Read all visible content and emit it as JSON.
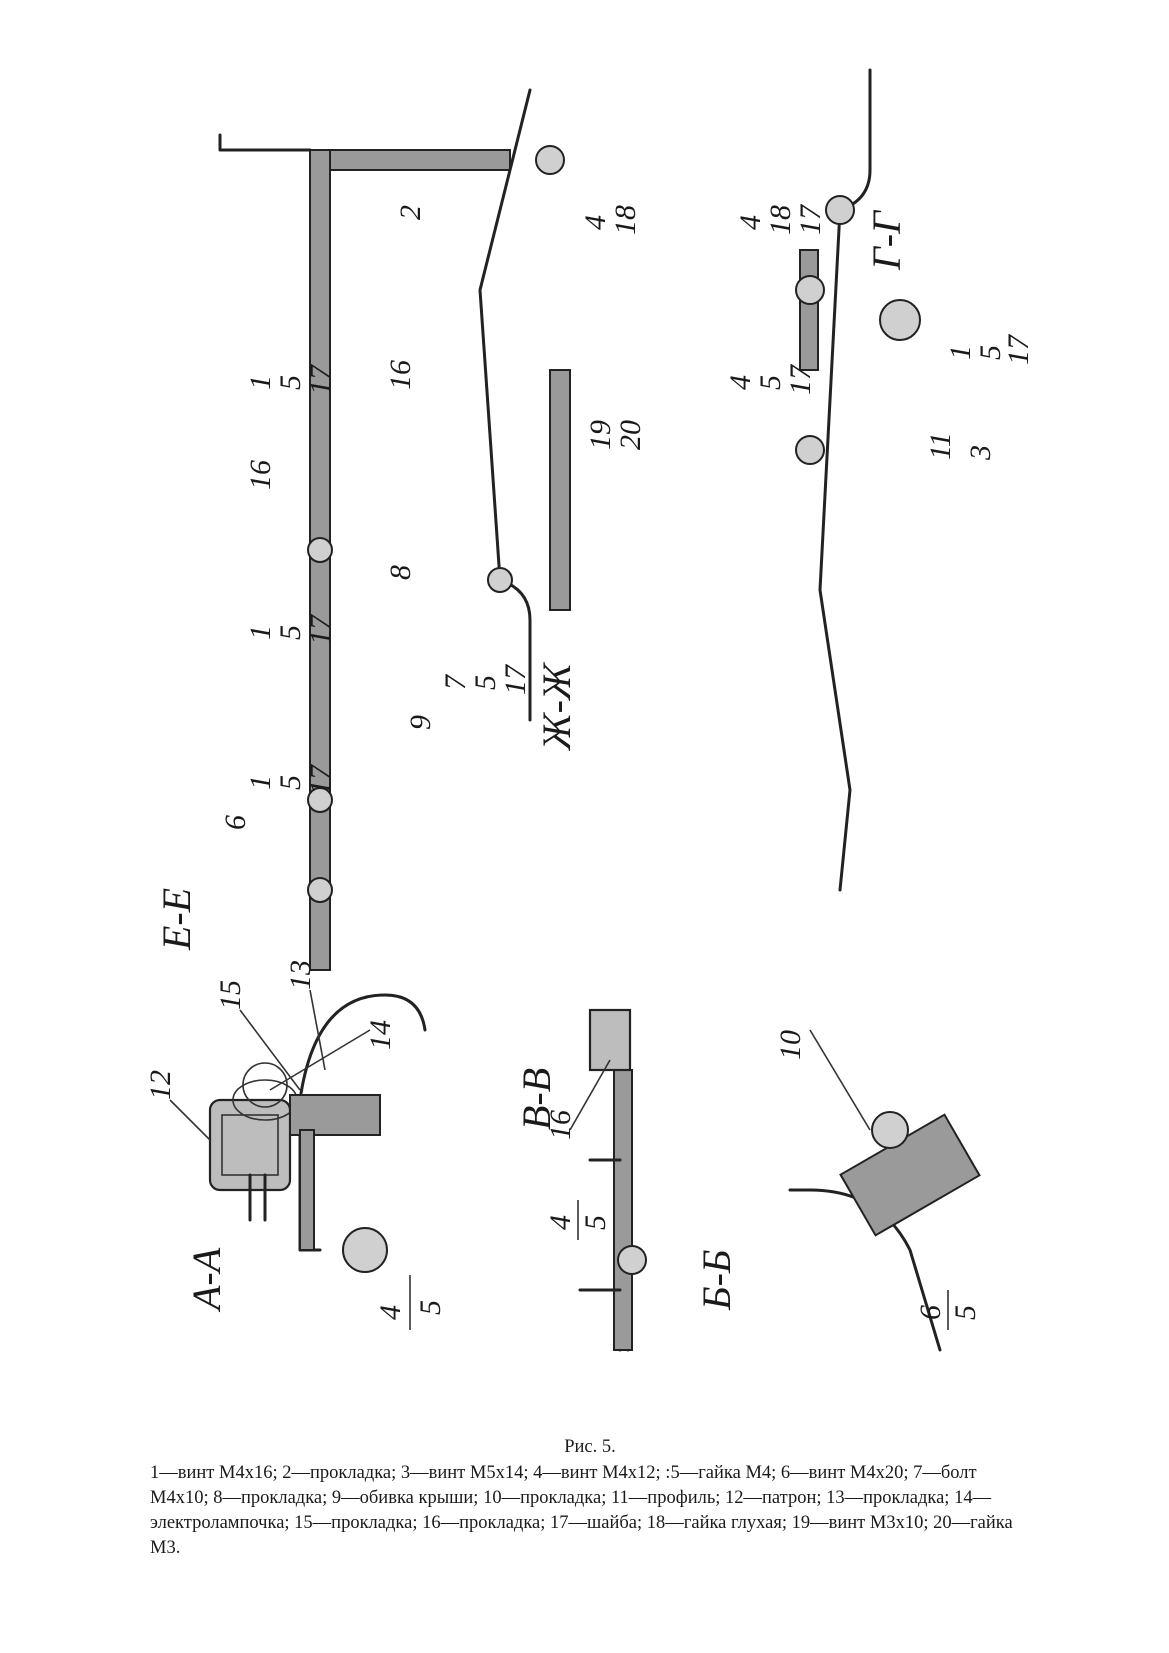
{
  "sections": {
    "aa": {
      "title": "А-А",
      "callouts": [
        "12",
        "15",
        "13",
        "14",
        "4",
        "5"
      ]
    },
    "vv": {
      "title": "В-В",
      "callouts": [
        "16",
        "4",
        "5"
      ]
    },
    "bb": {
      "title": "Б-Б",
      "callouts": [
        "10",
        "6",
        "5"
      ]
    },
    "ee": {
      "title": "Е-Е",
      "callouts": [
        "6",
        "1",
        "5",
        "17",
        "1",
        "5",
        "17",
        "16",
        "1",
        "5",
        "17"
      ]
    },
    "zhzh": {
      "title": "Ж-Ж",
      "callouts": [
        "8",
        "9",
        "7",
        "5",
        "17",
        "16",
        "19",
        "20",
        "2",
        "4",
        "18"
      ]
    },
    "gg": {
      "title": "Г-Г",
      "callouts": [
        "4",
        "18",
        "17",
        "1",
        "5",
        "17",
        "4",
        "5",
        "17",
        "11",
        "3"
      ]
    }
  },
  "caption": {
    "title": "Рис. 5.",
    "legend": "1—винт М4х16; 2—прокладка; 3—винт М5х14; 4—винт М4х12; :5—гайка М4; 6—винт М4х20; 7—болт М4х10; 8—прокладка; 9—обивка крыши; 10—прокладка; 11—профиль; 12—патрон; 13—прокладка; 14—электролампочка; 15—прокладка; 16—прокладка; 17—шайба; 18—гайка глухая; 19—винт М3х10; 20—гайка М3."
  }
}
